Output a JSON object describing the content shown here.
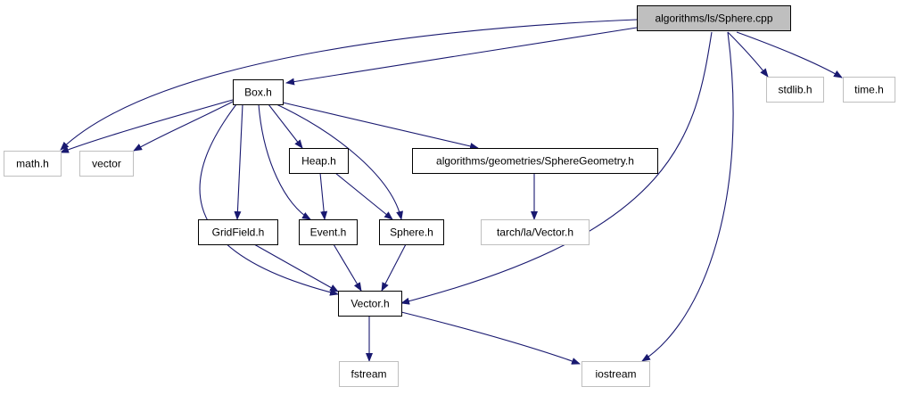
{
  "diagram": {
    "type": "include-dependency-graph",
    "colors": {
      "edge": "#191970",
      "node_border_main": "#000000",
      "node_border_external": "#bfbfbf",
      "root_fill": "#bfbfbf",
      "node_fill": "#ffffff"
    },
    "nodes": [
      {
        "id": "root",
        "label": "algorithms/ls/Sphere.cpp",
        "kind": "root"
      },
      {
        "id": "box",
        "label": "Box.h",
        "kind": "internal"
      },
      {
        "id": "stdlib",
        "label": "stdlib.h",
        "kind": "external"
      },
      {
        "id": "time",
        "label": "time.h",
        "kind": "external"
      },
      {
        "id": "math",
        "label": "math.h",
        "kind": "external"
      },
      {
        "id": "vector",
        "label": "vector",
        "kind": "external"
      },
      {
        "id": "heap",
        "label": "Heap.h",
        "kind": "internal"
      },
      {
        "id": "spheregeom",
        "label": "algorithms/geometries/SphereGeometry.h",
        "kind": "internal"
      },
      {
        "id": "gridfield",
        "label": "GridField.h",
        "kind": "internal"
      },
      {
        "id": "event",
        "label": "Event.h",
        "kind": "internal"
      },
      {
        "id": "sphereh",
        "label": "Sphere.h",
        "kind": "internal"
      },
      {
        "id": "tarchvector",
        "label": "tarch/la/Vector.h",
        "kind": "external"
      },
      {
        "id": "vectorh",
        "label": "Vector.h",
        "kind": "internal"
      },
      {
        "id": "fstream",
        "label": "fstream",
        "kind": "external"
      },
      {
        "id": "iostream",
        "label": "iostream",
        "kind": "external"
      }
    ],
    "edges": [
      {
        "from": "root",
        "to": "box"
      },
      {
        "from": "root",
        "to": "math"
      },
      {
        "from": "root",
        "to": "stdlib"
      },
      {
        "from": "root",
        "to": "time"
      },
      {
        "from": "root",
        "to": "vectorh"
      },
      {
        "from": "root",
        "to": "iostream"
      },
      {
        "from": "box",
        "to": "math"
      },
      {
        "from": "box",
        "to": "vector"
      },
      {
        "from": "box",
        "to": "heap"
      },
      {
        "from": "box",
        "to": "spheregeom"
      },
      {
        "from": "box",
        "to": "gridfield"
      },
      {
        "from": "box",
        "to": "event"
      },
      {
        "from": "box",
        "to": "sphereh"
      },
      {
        "from": "box",
        "to": "vectorh"
      },
      {
        "from": "heap",
        "to": "event"
      },
      {
        "from": "heap",
        "to": "sphereh"
      },
      {
        "from": "spheregeom",
        "to": "tarchvector"
      },
      {
        "from": "gridfield",
        "to": "vectorh"
      },
      {
        "from": "event",
        "to": "vectorh"
      },
      {
        "from": "sphereh",
        "to": "vectorh"
      },
      {
        "from": "vectorh",
        "to": "fstream"
      },
      {
        "from": "vectorh",
        "to": "iostream"
      }
    ]
  }
}
